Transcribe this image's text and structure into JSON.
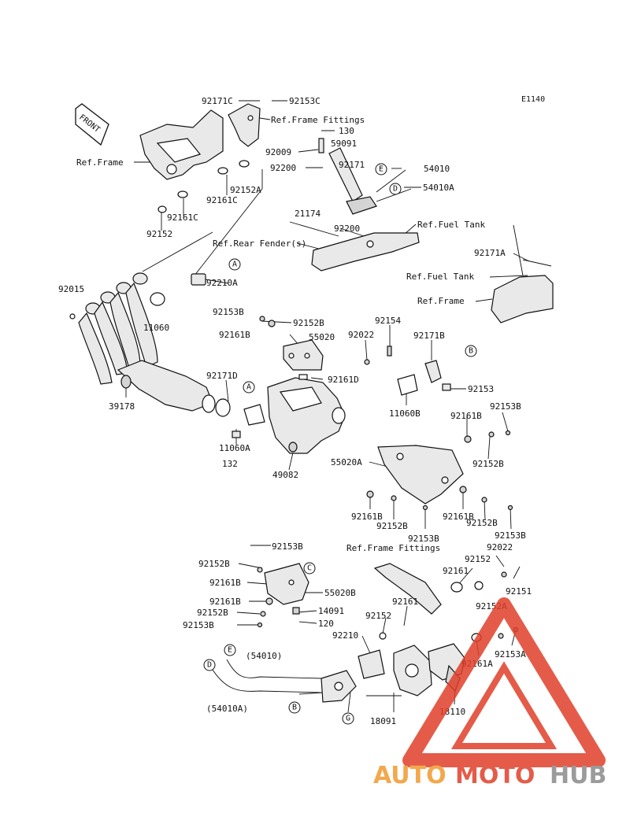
{
  "diagram_code": "E1140",
  "front_label": "FRONT",
  "watermark": {
    "brand_a": "AUTO",
    "brand_b": "MOTO",
    "brand_c": "HUB"
  },
  "colors": {
    "line": "#111111",
    "part_fill": "#e9e9e9",
    "watermark_red": "#e0402a",
    "watermark_orange": "#f29a2e",
    "watermark_gray": "#8a8a8a"
  },
  "labels": {
    "l_92171c": "92171C",
    "l_92153c": "92153C",
    "l_ref_ff1": "Ref.Frame Fittings",
    "l_130": "130",
    "l_59091": "59091",
    "l_ref_frame1": "Ref.Frame",
    "l_92009": "92009",
    "l_92200a": "92200",
    "l_92171": "92171",
    "l_54010": "54010",
    "l_54010a": "54010A",
    "l_92152a": "92152A",
    "l_92161c_a": "92161C",
    "l_92161c_b": "92161C",
    "l_92152b0": "92152",
    "l_21174": "21174",
    "l_ref_fuel1": "Ref.Fuel Tank",
    "l_92200b": "92200",
    "l_ref_rear": "Ref.Rear Fender(s)",
    "l_92171a": "92171A",
    "l_ref_fuel2": "Ref.Fuel Tank",
    "l_92210a": "92210A",
    "l_ref_frame2": "Ref.Frame",
    "l_92015": "92015",
    "l_11060": "11060",
    "l_92153b_1": "92153B",
    "l_92152b_1": "92152B",
    "l_92161b_1": "92161B",
    "l_55020": "55020",
    "l_92022_1": "92022",
    "l_92154": "92154",
    "l_92171b": "92171B",
    "l_92171d": "92171D",
    "l_92161d": "92161D",
    "l_92153": "92153",
    "l_39178": "39178",
    "l_11060b": "11060B",
    "l_92161b_2": "92161B",
    "l_92153b_2": "92153B",
    "l_11060a": "11060A",
    "l_132": "132",
    "l_55020a": "55020A",
    "l_92152b_2": "92152B",
    "l_49082": "49082",
    "l_92161b_3": "92161B",
    "l_92161b_4": "92161B",
    "l_92152b_3": "92152B",
    "l_92152b_4": "92152B",
    "l_92153b_3": "92153B",
    "l_92153b_4": "92153B",
    "l_92153b_5": "92153B",
    "l_ref_ff2": "Ref.Frame Fittings",
    "l_92022_2": "92022",
    "l_92152b_5": "92152B",
    "l_92152_2": "92152",
    "l_92161b_5": "92161B",
    "l_92161_1": "92161",
    "l_92151": "92151",
    "l_55020b": "55020B",
    "l_92161b_6": "92161B",
    "l_92161_2": "92161",
    "l_14091": "14091",
    "l_92152b_6": "92152B",
    "l_92152_3": "92152",
    "l_120": "120",
    "l_92153b_6": "92153B",
    "l_92210": "92210",
    "l_92153a": "92153A",
    "l_54010p": "(54010)",
    "l_92161a": "92161A",
    "l_54010ap": "(54010A)",
    "l_18110": "18110",
    "l_18091": "18091"
  },
  "callouts": {
    "c_e1": "E",
    "c_d1": "D",
    "c_a1": "A",
    "c_b1": "B",
    "c_a2": "A",
    "c_c1": "C",
    "c_e2": "E",
    "c_d2": "D",
    "c_b2": "B",
    "c_g1": "G"
  }
}
